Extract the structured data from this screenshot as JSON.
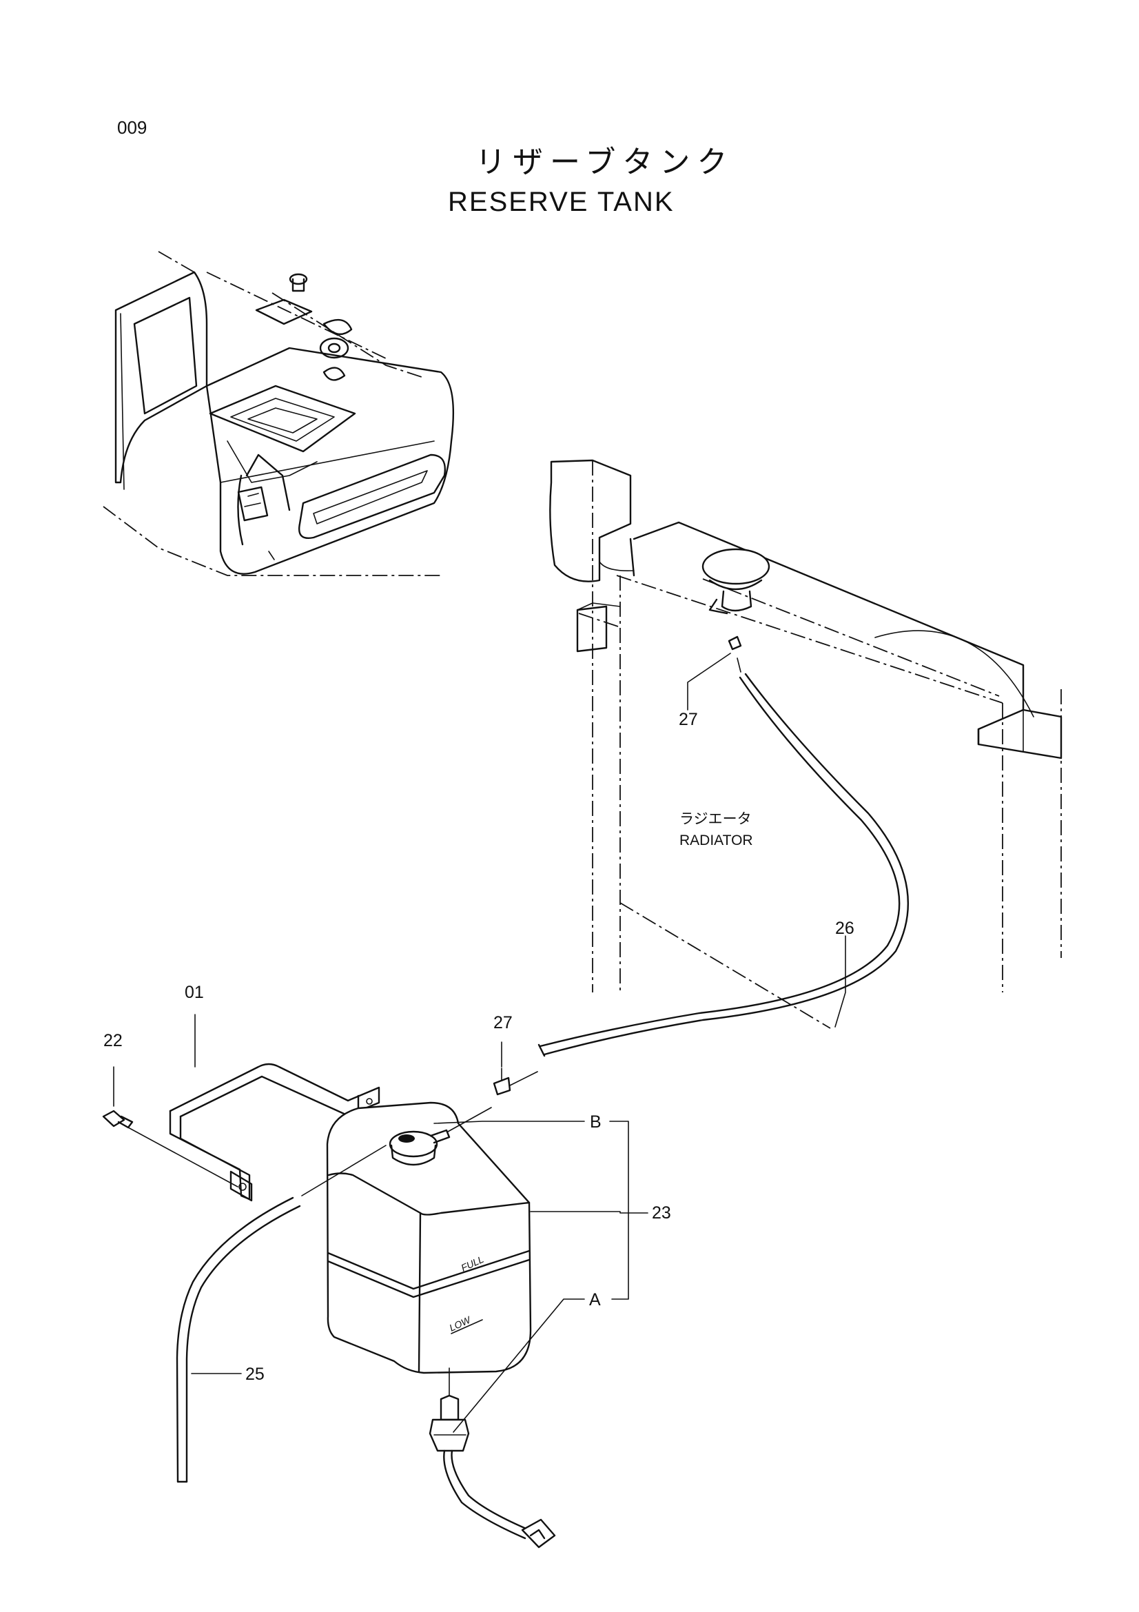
{
  "page": {
    "code": "009",
    "title_jp": "リザーブタンク",
    "title_en": "RESERVE TANK"
  },
  "radiator": {
    "label_jp": "ラジエータ",
    "label_en": "RADIATOR"
  },
  "tank": {
    "full_mark": "FULL",
    "low_mark": "LOW"
  },
  "callouts": {
    "p01": "01",
    "p22": "22",
    "p23": "23",
    "p25": "25",
    "p26": "26",
    "p27_top": "27",
    "p27_mid": "27",
    "ref_a": "A",
    "ref_b": "B"
  }
}
